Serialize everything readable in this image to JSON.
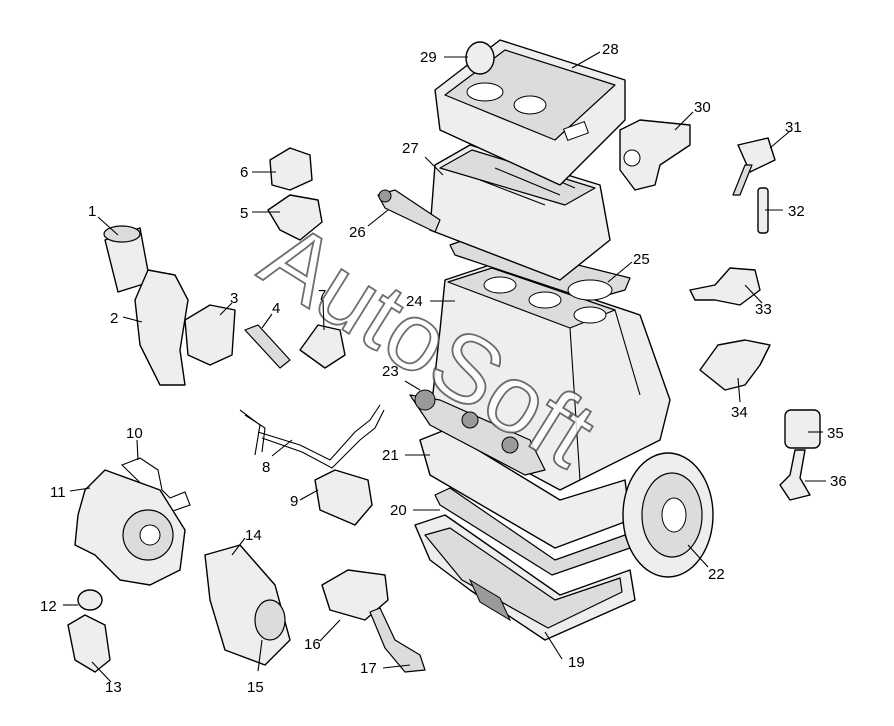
{
  "watermark": "AutoSoft",
  "callouts": [
    "1",
    "2",
    "3",
    "4",
    "5",
    "6",
    "7",
    "8",
    "9",
    "10",
    "11",
    "12",
    "13",
    "14",
    "15",
    "16",
    "17",
    "19",
    "20",
    "21",
    "22",
    "23",
    "24",
    "25",
    "26",
    "27",
    "28",
    "29",
    "30",
    "31",
    "32",
    "33",
    "34",
    "35",
    "36"
  ]
}
